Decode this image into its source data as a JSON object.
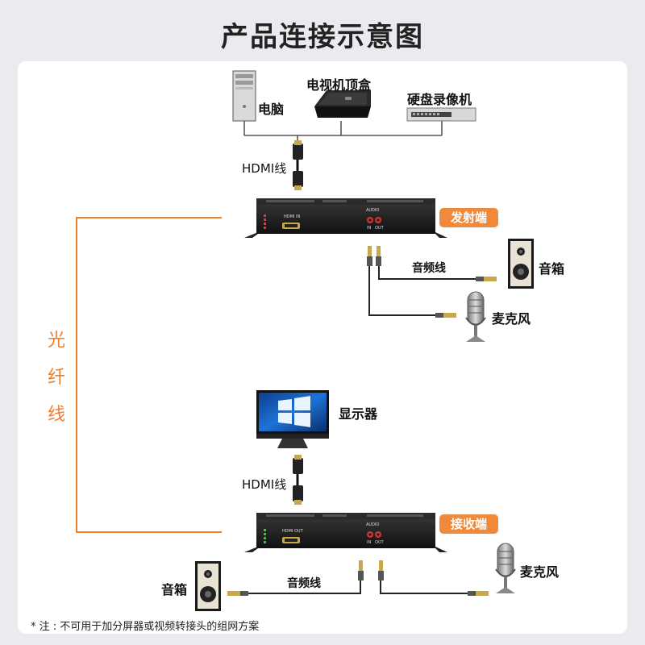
{
  "title": "产品连接示意图",
  "sources": {
    "computer": "电脑",
    "tv_box": "电视机顶盒",
    "dvr": "硬盘录像机"
  },
  "hdmi_cable_top": "HDMI线",
  "hdmi_cable_bottom": "HDMI线",
  "transmitter": {
    "tag": "发射端",
    "port_hdmi": "HDMI IN",
    "port_audio": "AUDIO",
    "port_in": "IN",
    "port_out": "OUT"
  },
  "receiver": {
    "tag": "接收端",
    "port_hdmi": "HDMI OUT",
    "port_audio": "AUDIO",
    "port_in": "IN",
    "port_out": "OUT"
  },
  "fiber": [
    "光",
    "纤",
    "线"
  ],
  "top_audio": {
    "cable": "音频线",
    "speaker": "音箱",
    "mic": "麦克风"
  },
  "monitor": "显示器",
  "bottom_audio": {
    "cable": "音频线",
    "speaker": "音箱",
    "mic": "麦克风"
  },
  "note": "* 注 : 不可用于加分屏器或视频转接头的组网方案",
  "colors": {
    "fiber": "#f07f2c",
    "tag": "#f08a3a",
    "device": "#1c1c1c"
  }
}
